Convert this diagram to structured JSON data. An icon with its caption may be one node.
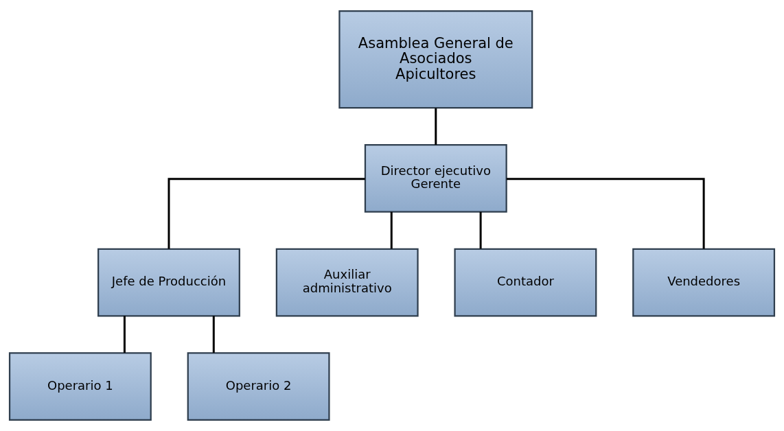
{
  "diagram": {
    "nodes": [
      {
        "text": [
          "Asamblea General de Asociados Apicultores"
        ]
      },
      {
        "text": [
          "Director ejecutivo Gerente"
        ]
      },
      {
        "text": [
          "Jefe de Producción"
        ]
      },
      {
        "text": [
          "Auxiliar administrativo"
        ]
      },
      {
        "text": [
          "Contador"
        ]
      },
      {
        "text": [
          "Vendedores"
        ]
      },
      {
        "text": [
          "Operario 1"
        ]
      },
      {
        "text": [
          "Operario 2"
        ]
      }
    ],
    "edges": [
      {
        "from": 0,
        "to": 1,
        "arrow": "none"
      },
      {
        "from": 1,
        "to": 2,
        "arrow": "none"
      },
      {
        "from": 1,
        "to": 3,
        "arrow": "none"
      },
      {
        "from": 1,
        "to": 4,
        "arrow": "none"
      },
      {
        "from": 1,
        "to": 5,
        "arrow": "none"
      },
      {
        "from": 2,
        "to": 6,
        "arrow": "none"
      },
      {
        "from": 2,
        "to": 7,
        "arrow": "none"
      }
    ]
  }
}
